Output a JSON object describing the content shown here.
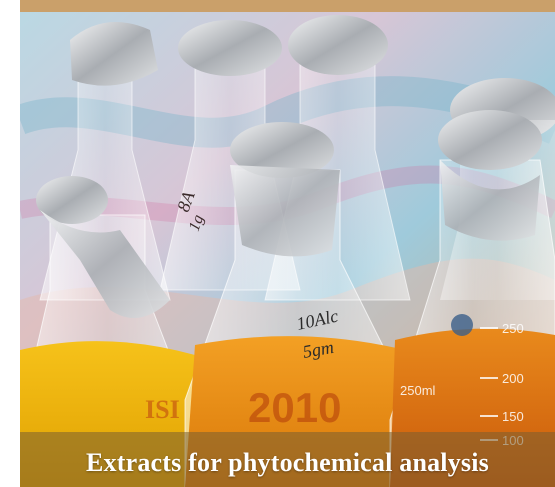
{
  "caption": {
    "text": "Extracts for phytochemical analysis"
  },
  "photo": {
    "labels": {
      "flask_left_handwriting": "8A",
      "flask_left_handwriting_2": "1g",
      "flask_center_handwriting": "10Alc",
      "flask_center_handwriting_2": "5gm",
      "flask_center_brand_mark": "2010",
      "flask_left_brand_mark": "ISI",
      "flask_right_volume": "250ml",
      "flask_right_grad_250": "250",
      "flask_right_grad_200": "200",
      "flask_right_grad_150": "150",
      "flask_right_grad_100": "100"
    },
    "colors": {
      "liquid_yellow": "#f2b400",
      "liquid_orange": "#e88a10",
      "liquid_deep_orange": "#d8650a",
      "foil": "#c9ccd0",
      "background_pattern": "#8fc7d8"
    }
  }
}
